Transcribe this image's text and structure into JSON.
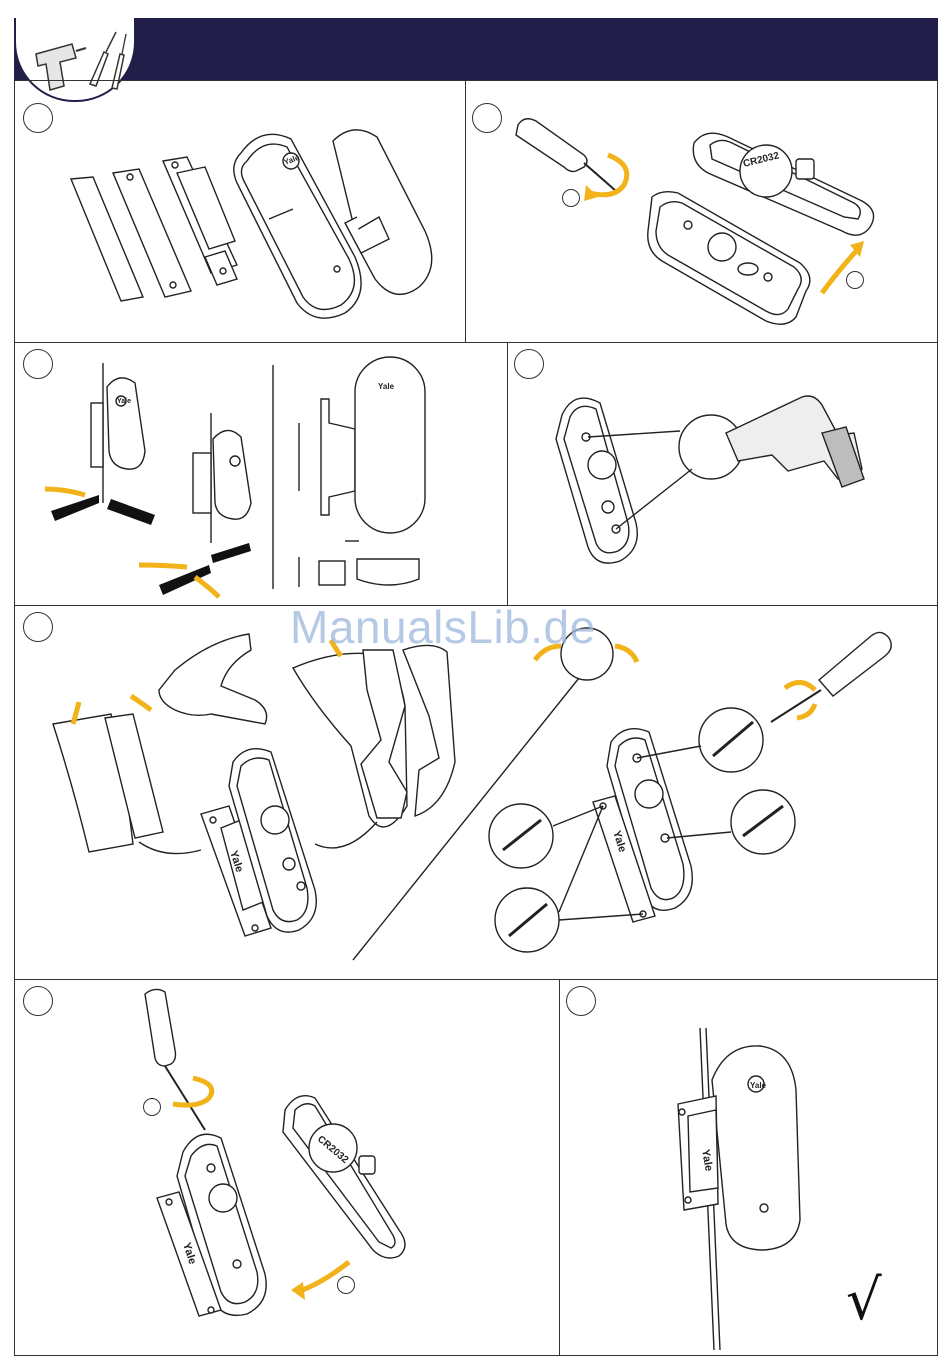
{
  "header": {
    "background": "#221e4a",
    "tools_icon": "drill-screwdriver-icon"
  },
  "labels": {
    "brand": "Yale",
    "battery": "CR2032",
    "brand_mirror": "Yale"
  },
  "watermark": "ManualsLib.de",
  "colors": {
    "arrow": "#f2b21a",
    "line": "#222222",
    "fill": "#ffffff",
    "drill": "#d0d0d0"
  },
  "steps": [
    {
      "id": "step-1",
      "icon": "parts-layout-icon"
    },
    {
      "id": "step-2",
      "icon": "open-housing-icon"
    },
    {
      "id": "step-3",
      "icon": "placement-guide-icon"
    },
    {
      "id": "step-4",
      "icon": "drill-holes-icon"
    },
    {
      "id": "step-5",
      "icon": "adhesive-or-screw-mount-icon"
    },
    {
      "id": "step-6",
      "icon": "close-housing-icon"
    },
    {
      "id": "step-7",
      "icon": "mounted-complete-icon"
    }
  ],
  "final_mark": "√"
}
